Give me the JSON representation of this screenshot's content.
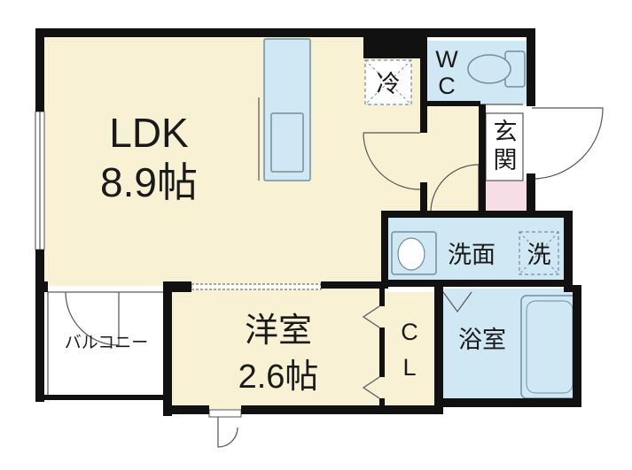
{
  "colors": {
    "wall": "#111111",
    "living_floor": "#f8f1d4",
    "wet_area": "#cfe8f4",
    "entrance_floor": "#f6dde6",
    "fixture_stroke": "#6f8f9f"
  },
  "rooms": {
    "ldk": {
      "name": "LDK",
      "size": "8.9帖"
    },
    "western": {
      "name": "洋室",
      "size": "2.6帖"
    },
    "balcony": {
      "name": "バルコニー"
    },
    "wc": {
      "line1": "W",
      "line2": "C"
    },
    "entrance": {
      "line1": "玄",
      "line2": "関"
    },
    "washroom": {
      "name": "洗面"
    },
    "washer": {
      "name": "洗"
    },
    "bath": {
      "name": "浴室"
    },
    "closet": {
      "line1": "C",
      "line2": "L"
    },
    "fridge": {
      "name": "冷"
    }
  }
}
